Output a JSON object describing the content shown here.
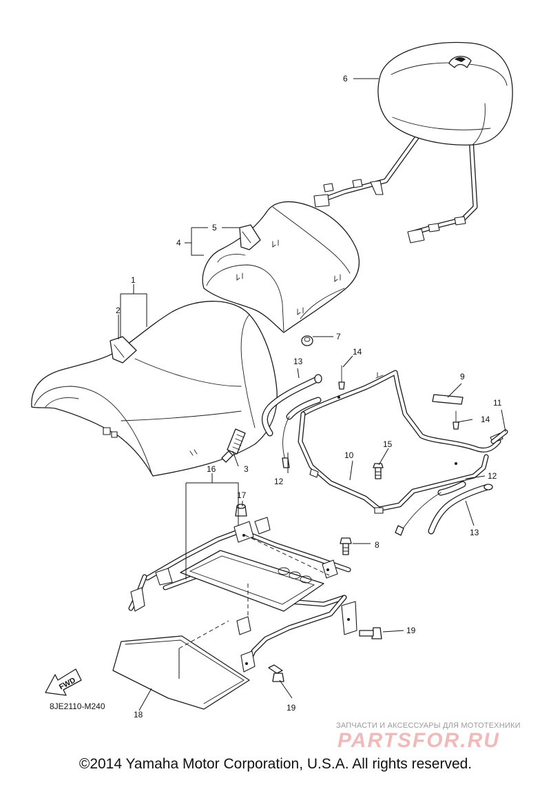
{
  "diagram": {
    "callouts": {
      "c1": "1",
      "c2": "2",
      "c3": "3",
      "c4": "4",
      "c5": "5",
      "c6": "6",
      "c7": "7",
      "c8": "8",
      "c9": "9",
      "c10": "10",
      "c11": "11",
      "c12a": "12",
      "c12b": "12",
      "c13a": "13",
      "c13b": "13",
      "c14a": "14",
      "c14b": "14",
      "c15": "15",
      "c16": "16",
      "c17": "17",
      "c18": "18",
      "c19a": "19",
      "c19b": "19"
    },
    "fwd_label": "FWD",
    "diagram_code": "8JE2110-M240"
  },
  "watermark": {
    "tagline": "ЗАПЧАСТИ И АКСЕССУАРЫ ДЛЯ МОТОТЕХНИКИ",
    "logo": "PARTSFOR.RU"
  },
  "footer": {
    "copyright": "©2014 Yamaha Motor Corporation, U.S.A. All rights reserved."
  }
}
